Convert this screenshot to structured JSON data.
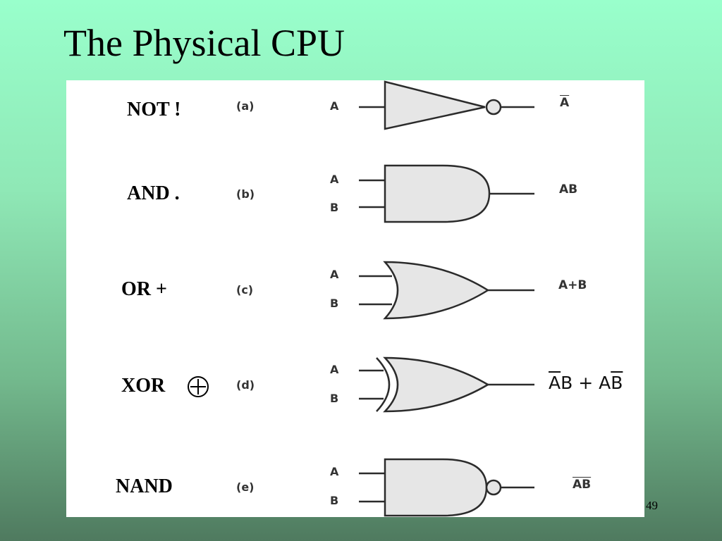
{
  "slide": {
    "title": "The Physical CPU",
    "page_number": "49"
  },
  "gates": [
    {
      "name": "NOT !",
      "tag": "(a)",
      "inputs": [
        "A"
      ],
      "output": "A"
    },
    {
      "name": "AND .",
      "tag": "(b)",
      "inputs": [
        "A",
        "B"
      ],
      "output": "AB"
    },
    {
      "name": "OR +",
      "tag": "(c)",
      "inputs": [
        "A",
        "B"
      ],
      "output": "A+B"
    },
    {
      "name": "XOR",
      "tag": "(d)",
      "inputs": [
        "A",
        "B"
      ],
      "output_parts": [
        "A",
        "B",
        " + ",
        "A",
        "B"
      ]
    },
    {
      "name": "NAND",
      "tag": "(e)",
      "inputs": [
        "A",
        "B"
      ],
      "output": "AB"
    }
  ]
}
